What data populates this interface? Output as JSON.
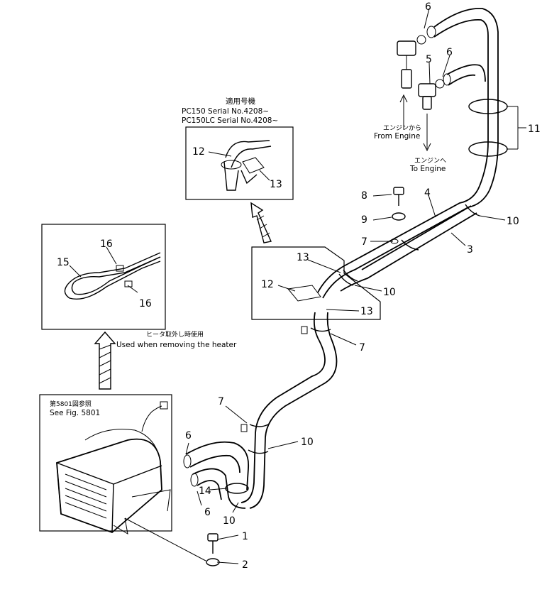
{
  "callouts": {
    "c1": "1",
    "c2": "2",
    "c3": "3",
    "c4": "4",
    "c5": "5",
    "c6a": "6",
    "c6b": "6",
    "c6c": "6",
    "c6d": "6",
    "c7a": "7",
    "c7b": "7",
    "c7c": "7",
    "c8": "8",
    "c9": "9",
    "c10a": "10",
    "c10b": "10",
    "c10c": "10",
    "c10d": "10",
    "c11": "11",
    "c12a": "12",
    "c12b": "12",
    "c13a": "13",
    "c13b": "13",
    "c13c": "13",
    "c14": "14",
    "c15": "15",
    "c16a": "16",
    "c16b": "16"
  },
  "notes": {
    "serial_header": "適用号機",
    "serial_line1": "PC150    Serial No.4208~",
    "serial_line2": "PC150LC Serial No.4208~",
    "from_engine_jp": "エンジンから",
    "from_engine_en": "From Engine",
    "to_engine_jp": "エンジンへ",
    "to_engine_en": "To Engine",
    "removing_jp": "ヒータ取外し時使用",
    "removing_en": "Used when removing the heater",
    "see_fig_jp": "第5801図参照",
    "see_fig_en": "See Fig. 5801"
  }
}
